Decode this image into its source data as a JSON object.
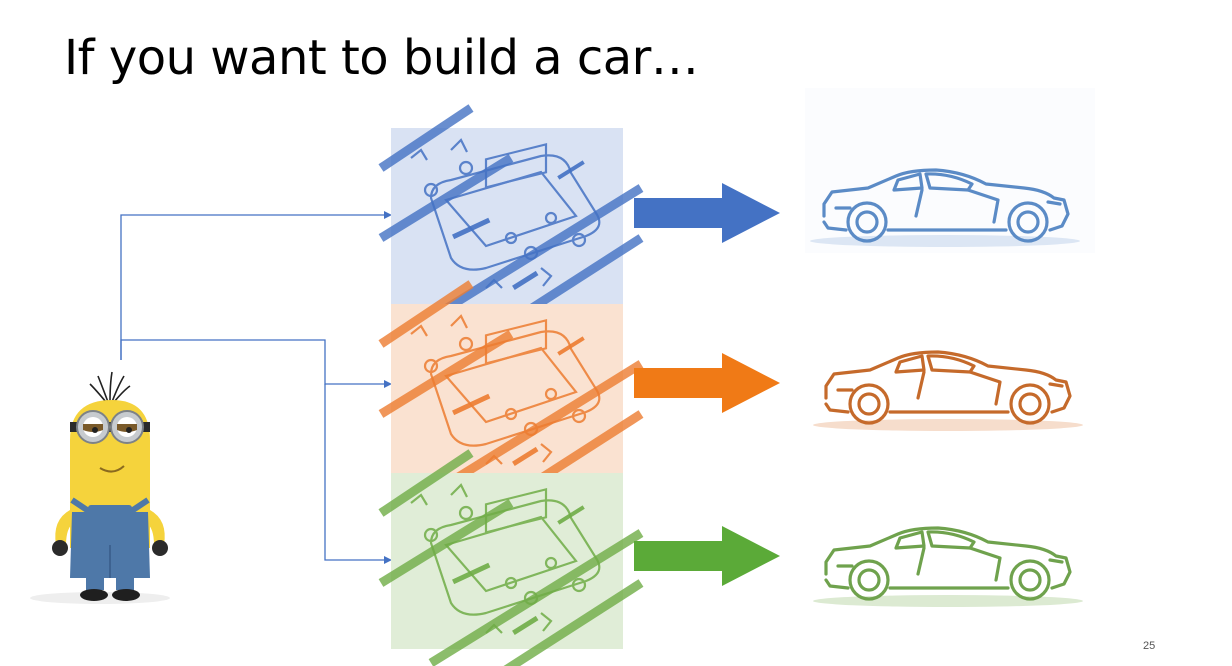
{
  "slide": {
    "title": "If you want to build a car…",
    "page_number": "25"
  },
  "colors": {
    "connector_line": "#4472C4",
    "blue": "#4472C4",
    "orange": "#ED7D31",
    "green": "#70AD47",
    "minion_yellow": "#F5D33C",
    "overalls": "#4E78A8"
  },
  "icons": {
    "character": "minion-character",
    "assembly_line": "factory-assembly-line-illustration",
    "arrow": "block-arrow-right",
    "car": "sports-car-outline-icon"
  },
  "rows": [
    {
      "id": "blue",
      "color": "#4472C4",
      "tint": "#E3EAF6",
      "arrow": "#4472C4",
      "car": "#5B8BC6"
    },
    {
      "id": "orange",
      "color": "#ED7D31",
      "tint": "#FBE7DA",
      "arrow": "#F07A16",
      "car": "#C56A2B"
    },
    {
      "id": "green",
      "color": "#70AD47",
      "tint": "#E4F0DC",
      "arrow": "#5BAA38",
      "car": "#6FA24D"
    }
  ]
}
